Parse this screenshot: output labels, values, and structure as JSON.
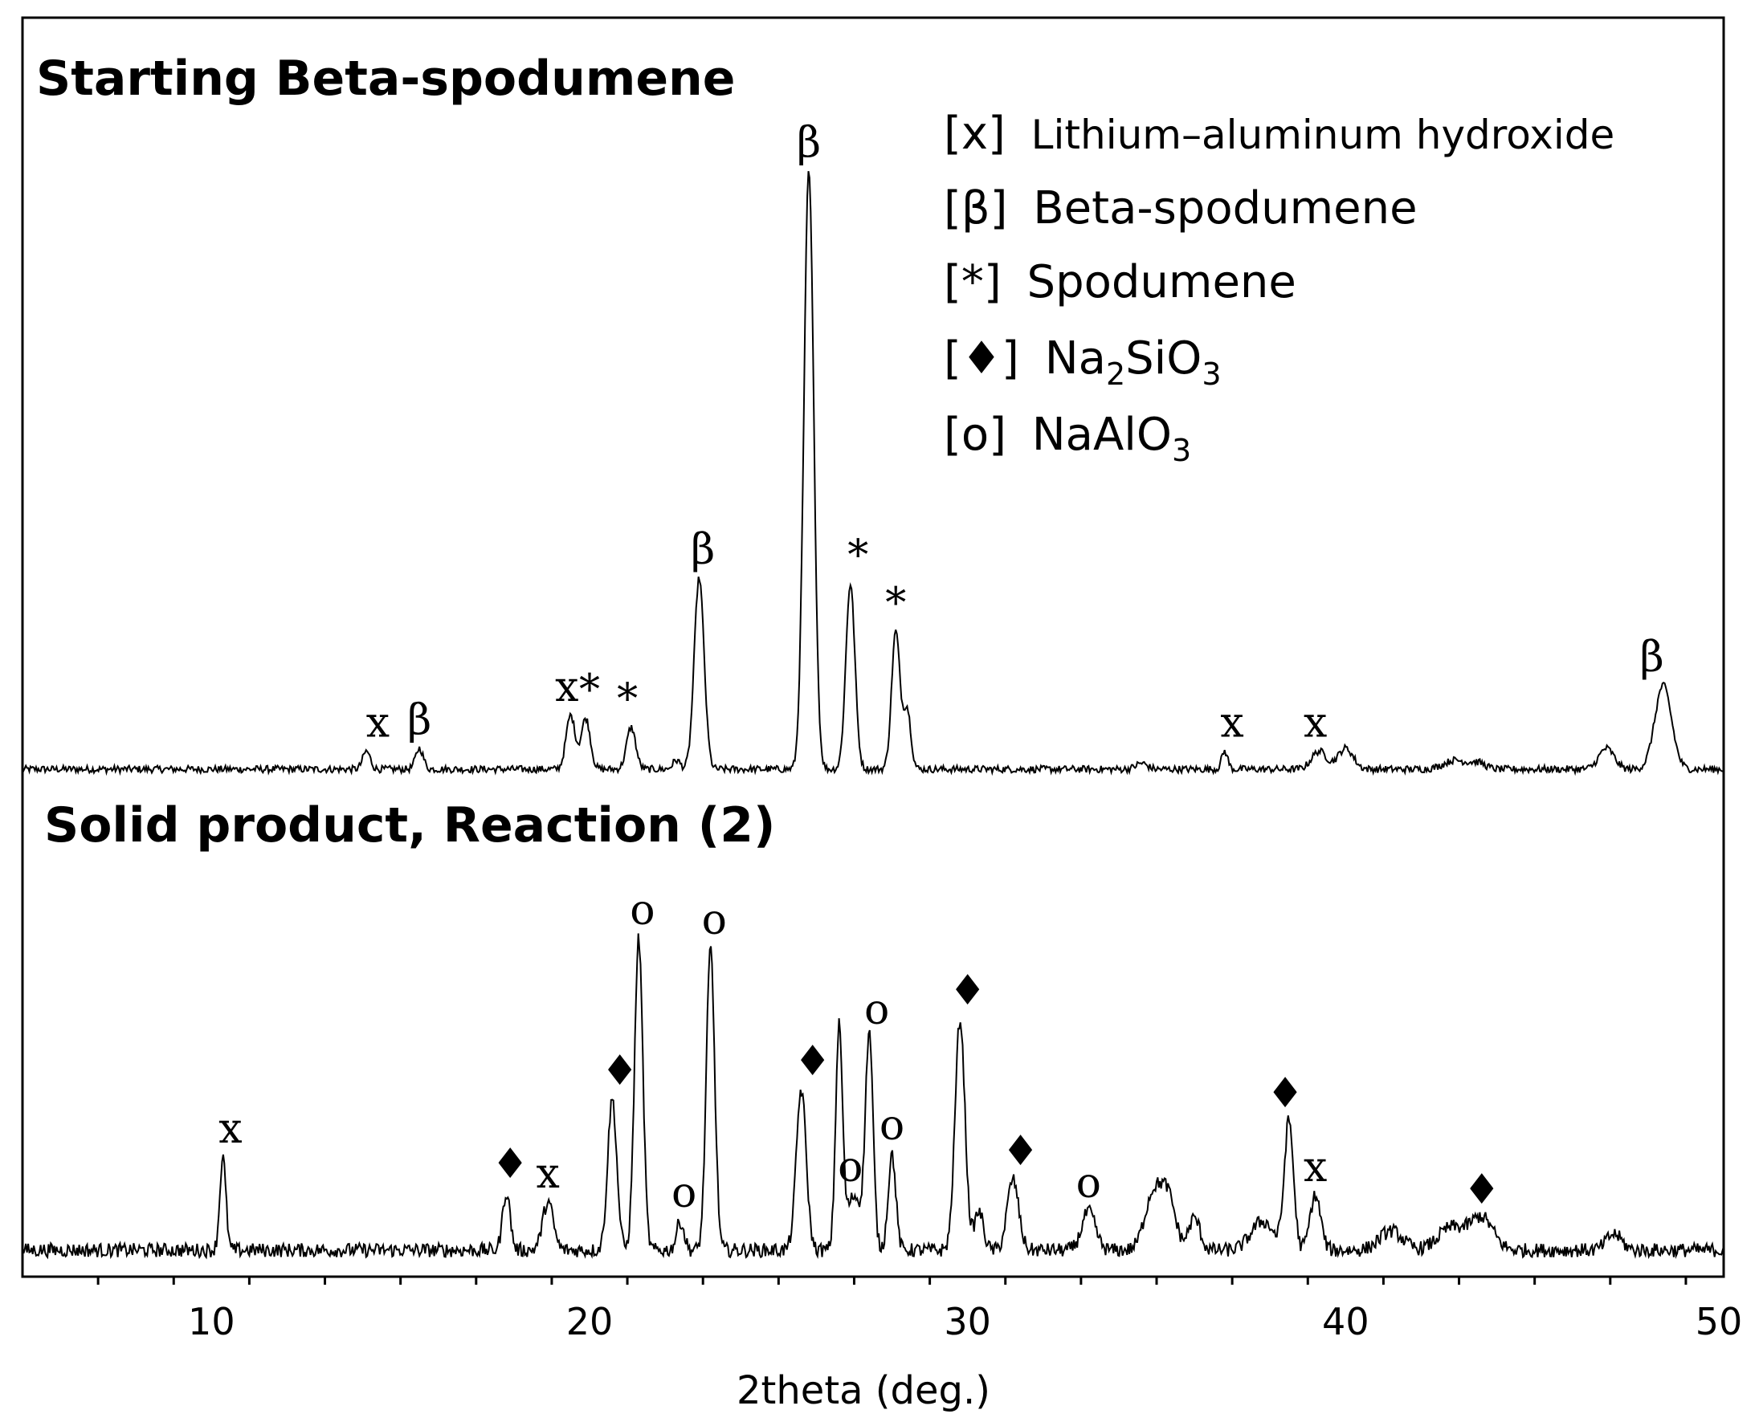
{
  "chart_data": {
    "type": "line",
    "xlabel": "2theta (deg.)",
    "xlim": [
      5,
      50
    ],
    "xticks": [
      10,
      20,
      30,
      40,
      50
    ],
    "yaxis_ticks": false,
    "legend": {
      "placement": "top-right",
      "entries": [
        {
          "marker": "[x]",
          "label": "Lithium–aluminum hydroxide"
        },
        {
          "marker": "[β]",
          "label": "Beta-spodumene"
        },
        {
          "marker": "[*]",
          "label": "Spodumene"
        },
        {
          "marker": "[♦]",
          "label": "Na",
          "sub1": "2",
          "mid": "SiO",
          "sub2": "3"
        },
        {
          "marker": "[o]",
          "label": "NaAlO",
          "sub1": "3"
        }
      ]
    },
    "series": [
      {
        "name": "Starting Beta-spodumene",
        "baseline": 0,
        "peaks": [
          {
            "x": 14.1,
            "h": 0.03,
            "w": 0.1
          },
          {
            "x": 15.5,
            "h": 0.035,
            "w": 0.1
          },
          {
            "x": 19.5,
            "h": 0.09,
            "w": 0.12
          },
          {
            "x": 19.9,
            "h": 0.085,
            "w": 0.12
          },
          {
            "x": 21.1,
            "h": 0.07,
            "w": 0.12
          },
          {
            "x": 22.3,
            "h": 0.015,
            "w": 0.1
          },
          {
            "x": 22.9,
            "h": 0.32,
            "w": 0.13
          },
          {
            "x": 25.8,
            "h": 1.0,
            "w": 0.13
          },
          {
            "x": 26.9,
            "h": 0.31,
            "w": 0.12
          },
          {
            "x": 28.1,
            "h": 0.23,
            "w": 0.11
          },
          {
            "x": 28.4,
            "h": 0.1,
            "w": 0.1
          },
          {
            "x": 34.6,
            "h": 0.01,
            "w": 0.15
          },
          {
            "x": 36.8,
            "h": 0.03,
            "w": 0.08
          },
          {
            "x": 39.3,
            "h": 0.03,
            "w": 0.2
          },
          {
            "x": 40.0,
            "h": 0.035,
            "w": 0.2
          },
          {
            "x": 42.9,
            "h": 0.015,
            "w": 0.3
          },
          {
            "x": 43.5,
            "h": 0.01,
            "w": 0.2
          },
          {
            "x": 46.9,
            "h": 0.035,
            "w": 0.2
          },
          {
            "x": 48.4,
            "h": 0.14,
            "w": 0.22
          }
        ],
        "annotations": [
          {
            "x": 14.4,
            "label": "x"
          },
          {
            "x": 15.5,
            "label": "β"
          },
          {
            "x": 19.4,
            "label": "x"
          },
          {
            "x": 20.0,
            "label": "*"
          },
          {
            "x": 21.0,
            "label": "*"
          },
          {
            "x": 23.0,
            "label": "β"
          },
          {
            "x": 25.8,
            "label": "β"
          },
          {
            "x": 27.1,
            "label": "*"
          },
          {
            "x": 28.1,
            "label": "*"
          },
          {
            "x": 37.0,
            "label": "x"
          },
          {
            "x": 39.2,
            "label": "x"
          },
          {
            "x": 48.1,
            "label": "β"
          }
        ]
      },
      {
        "name": "Solid product, Reaction (2)",
        "baseline": 0,
        "peaks": [
          {
            "x": 10.3,
            "h": 0.29,
            "w": 0.08
          },
          {
            "x": 17.8,
            "h": 0.18,
            "w": 0.1
          },
          {
            "x": 18.9,
            "h": 0.15,
            "w": 0.14
          },
          {
            "x": 20.6,
            "h": 0.47,
            "w": 0.12
          },
          {
            "x": 21.3,
            "h": 0.97,
            "w": 0.11
          },
          {
            "x": 22.4,
            "h": 0.09,
            "w": 0.1
          },
          {
            "x": 23.2,
            "h": 0.94,
            "w": 0.11
          },
          {
            "x": 25.6,
            "h": 0.5,
            "w": 0.13
          },
          {
            "x": 26.6,
            "h": 0.68,
            "w": 0.09
          },
          {
            "x": 27.0,
            "h": 0.17,
            "w": 0.2
          },
          {
            "x": 27.4,
            "h": 0.66,
            "w": 0.1
          },
          {
            "x": 28.0,
            "h": 0.3,
            "w": 0.1
          },
          {
            "x": 29.8,
            "h": 0.72,
            "w": 0.13
          },
          {
            "x": 30.3,
            "h": 0.12,
            "w": 0.12
          },
          {
            "x": 31.2,
            "h": 0.22,
            "w": 0.15
          },
          {
            "x": 33.2,
            "h": 0.12,
            "w": 0.18
          },
          {
            "x": 34.9,
            "h": 0.17,
            "w": 0.22
          },
          {
            "x": 35.3,
            "h": 0.16,
            "w": 0.2
          },
          {
            "x": 36.0,
            "h": 0.1,
            "w": 0.15
          },
          {
            "x": 37.8,
            "h": 0.09,
            "w": 0.3
          },
          {
            "x": 38.5,
            "h": 0.4,
            "w": 0.12
          },
          {
            "x": 39.2,
            "h": 0.17,
            "w": 0.14
          },
          {
            "x": 41.2,
            "h": 0.06,
            "w": 0.3
          },
          {
            "x": 42.8,
            "h": 0.07,
            "w": 0.35
          },
          {
            "x": 43.6,
            "h": 0.1,
            "w": 0.3
          },
          {
            "x": 47.1,
            "h": 0.05,
            "w": 0.2
          }
        ],
        "annotations": [
          {
            "x": 10.5,
            "label": "x"
          },
          {
            "x": 17.9,
            "label": "♦"
          },
          {
            "x": 18.9,
            "label": "x"
          },
          {
            "x": 20.8,
            "label": "♦"
          },
          {
            "x": 21.4,
            "label": "o"
          },
          {
            "x": 22.5,
            "label": "o"
          },
          {
            "x": 23.3,
            "label": "o"
          },
          {
            "x": 25.9,
            "label": "♦"
          },
          {
            "x": 26.9,
            "label": "o"
          },
          {
            "x": 27.6,
            "label": "o"
          },
          {
            "x": 28.0,
            "label": "o"
          },
          {
            "x": 30.0,
            "label": "♦"
          },
          {
            "x": 31.4,
            "label": "♦"
          },
          {
            "x": 33.2,
            "label": "o"
          },
          {
            "x": 38.4,
            "label": "♦"
          },
          {
            "x": 39.2,
            "label": "x"
          },
          {
            "x": 43.6,
            "label": "♦"
          }
        ]
      }
    ]
  }
}
